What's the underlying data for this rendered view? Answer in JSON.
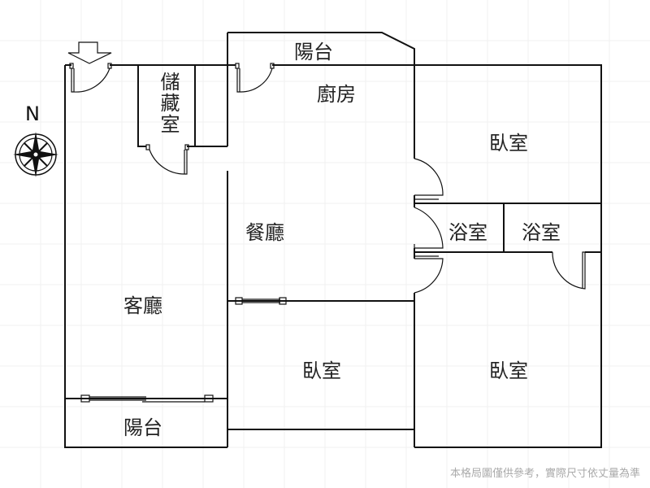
{
  "compass": {
    "label": "N"
  },
  "rooms": {
    "balcony_top": "陽台",
    "kitchen": "廚房",
    "storage": "儲藏室",
    "bedroom_ne": "臥室",
    "dining": "餐廳",
    "bath_1": "浴室",
    "bath_2": "浴室",
    "living": "客廳",
    "bedroom_s": "臥室",
    "bedroom_se": "臥室",
    "balcony_bottom": "陽台"
  },
  "disclaimer": "本格局圖僅供參考，實際尺寸依丈量為準",
  "colors": {
    "wall": "#111111",
    "grid": "#eeeeee",
    "note": "#aaaaaa"
  }
}
